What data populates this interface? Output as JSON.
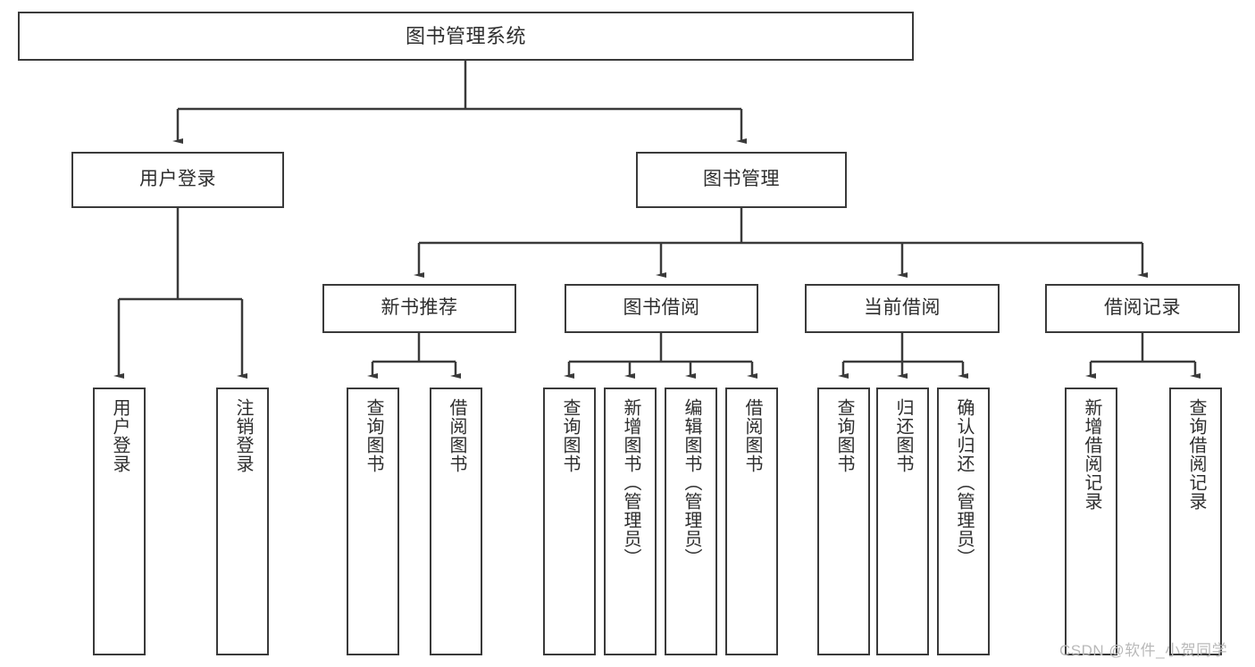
{
  "diagram": {
    "title": "图书管理系统",
    "type": "tree",
    "watermark": "CSDN @软件_小贺同学",
    "line_color": "#3a3a3a",
    "text_color": "#2e2e2e",
    "background_color": "#ffffff"
  },
  "nodes": {
    "root": {
      "label": "图书管理系统"
    },
    "tier2": [
      {
        "label": "用户登录"
      },
      {
        "label": "图书管理"
      }
    ],
    "tier3": [
      {
        "label": "新书推荐"
      },
      {
        "label": "图书借阅"
      },
      {
        "label": "当前借阅"
      },
      {
        "label": "借阅记录"
      }
    ],
    "leaves_user_login": [
      {
        "label": "用户登录"
      },
      {
        "label": "注销登录"
      }
    ],
    "leaves_new_book": [
      {
        "label": "查询图书"
      },
      {
        "label": "借阅图书"
      }
    ],
    "leaves_borrow": [
      {
        "label": "查询图书"
      },
      {
        "label": "新增图书（管理员）"
      },
      {
        "label": "编辑图书（管理员）"
      },
      {
        "label": "借阅图书"
      }
    ],
    "leaves_current": [
      {
        "label": "查询图书"
      },
      {
        "label": "归还图书"
      },
      {
        "label": "确认归还（管理员）"
      }
    ],
    "leaves_record": [
      {
        "label": "新增借阅记录"
      },
      {
        "label": "查询借阅记录"
      }
    ]
  }
}
